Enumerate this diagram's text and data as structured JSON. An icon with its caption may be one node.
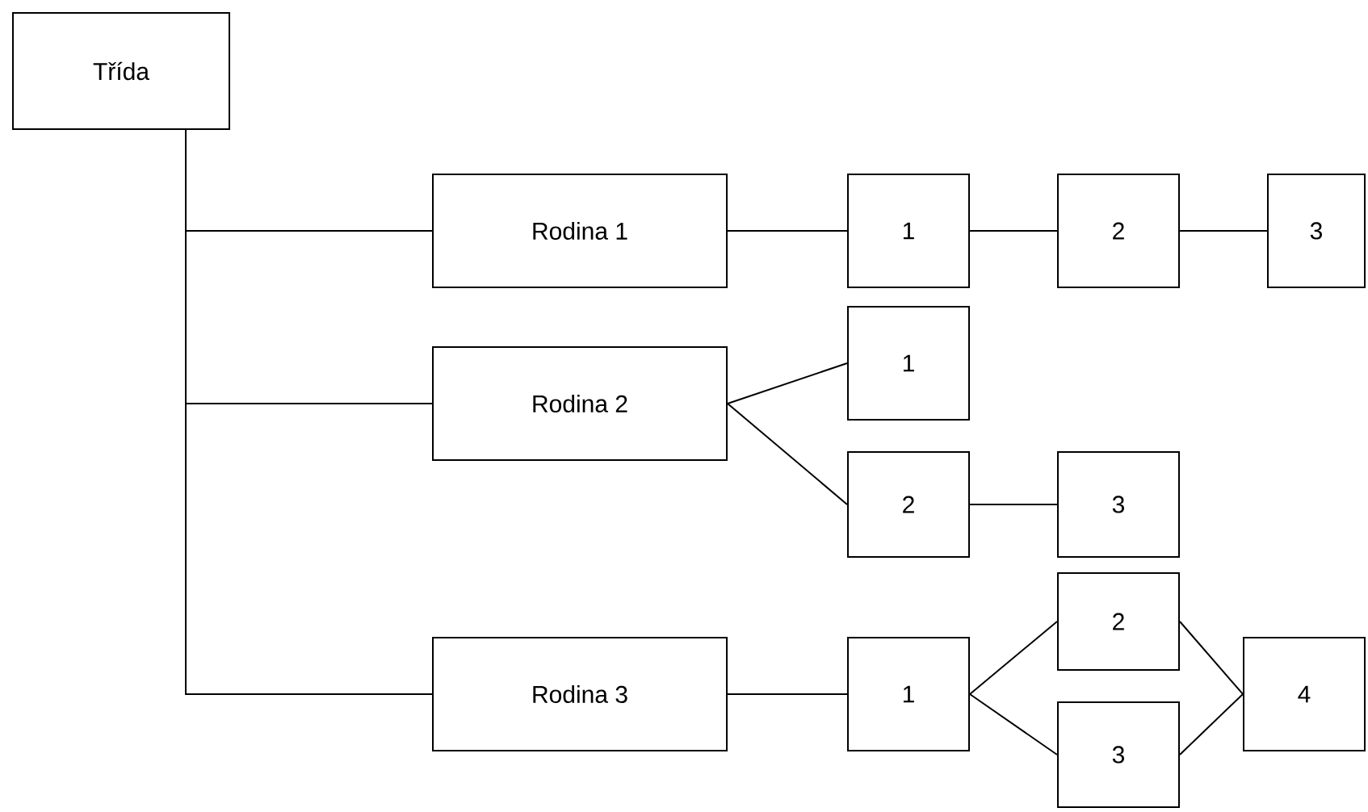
{
  "diagram": {
    "nodes": [
      {
        "text": [
          "Třída"
        ]
      },
      {
        "text": [
          "Rodina 1"
        ]
      },
      {
        "text": [
          "1"
        ]
      },
      {
        "text": [
          "2"
        ]
      },
      {
        "text": [
          "3"
        ]
      },
      {
        "text": [
          "Rodina 2"
        ]
      },
      {
        "text": [
          "1"
        ]
      },
      {
        "text": [
          "2"
        ]
      },
      {
        "text": [
          "3"
        ]
      },
      {
        "text": [
          "Rodina 3"
        ]
      },
      {
        "text": [
          "1"
        ]
      },
      {
        "text": [
          "2"
        ]
      },
      {
        "text": [
          "3"
        ]
      },
      {
        "text": [
          "4"
        ]
      }
    ],
    "edges": [
      {
        "from": 0,
        "to": 1,
        "arrow": "none"
      },
      {
        "from": 0,
        "to": 5,
        "arrow": "none"
      },
      {
        "from": 0,
        "to": 9,
        "arrow": "none"
      },
      {
        "from": 1,
        "to": 2,
        "arrow": "none"
      },
      {
        "from": 2,
        "to": 3,
        "arrow": "none"
      },
      {
        "from": 3,
        "to": 4,
        "arrow": "none"
      },
      {
        "from": 5,
        "to": 6,
        "arrow": "none"
      },
      {
        "from": 5,
        "to": 7,
        "arrow": "none"
      },
      {
        "from": 7,
        "to": 8,
        "arrow": "none"
      },
      {
        "from": 9,
        "to": 10,
        "arrow": "none"
      },
      {
        "from": 10,
        "to": 11,
        "arrow": "none"
      },
      {
        "from": 10,
        "to": 12,
        "arrow": "none"
      },
      {
        "from": 11,
        "to": 13,
        "arrow": "none"
      },
      {
        "from": 12,
        "to": 13,
        "arrow": "none"
      }
    ]
  }
}
